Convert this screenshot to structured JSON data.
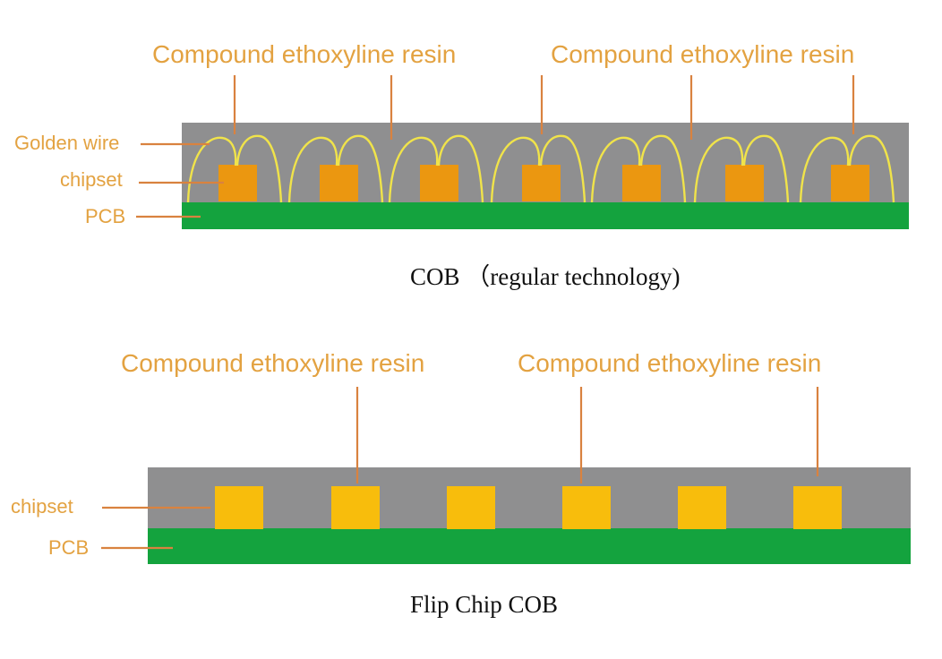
{
  "diagram_cob": {
    "top_label_left": "Compound ethoxyline resin",
    "top_label_right": "Compound ethoxyline resin",
    "side_labels": {
      "golden_wire": "Golden wire",
      "chipset": "chipset",
      "pcb": "PCB"
    },
    "caption": "COB （regular technology)",
    "colors": {
      "resin": "#8f8f90",
      "pcb": "#14a33e",
      "chip": "#eb9710",
      "wire": "#f0e34a",
      "leader": "#d9823f",
      "label": "#e3a241"
    }
  },
  "diagram_flip": {
    "top_label_left": "Compound ethoxyline resin",
    "top_label_right": "Compound ethoxyline resin",
    "side_labels": {
      "chipset": "chipset",
      "pcb": "PCB"
    },
    "caption": "Flip Chip COB",
    "colors": {
      "resin": "#8f8f90",
      "pcb": "#14a33e",
      "chip": "#f8bd0c",
      "leader": "#d9823f",
      "label": "#e3a241"
    }
  }
}
